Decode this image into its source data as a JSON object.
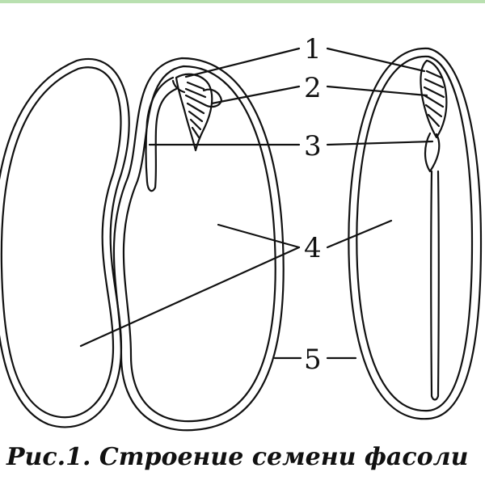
{
  "figure": {
    "labels": {
      "n1": "1",
      "n2": "2",
      "n3": "3",
      "n4": "4",
      "n5": "5"
    },
    "caption": "Рис.1. Строение семени фасоли"
  },
  "colors": {
    "ink": "#111111",
    "background": "#ffffff",
    "top_rule": "#b9e0b0"
  }
}
